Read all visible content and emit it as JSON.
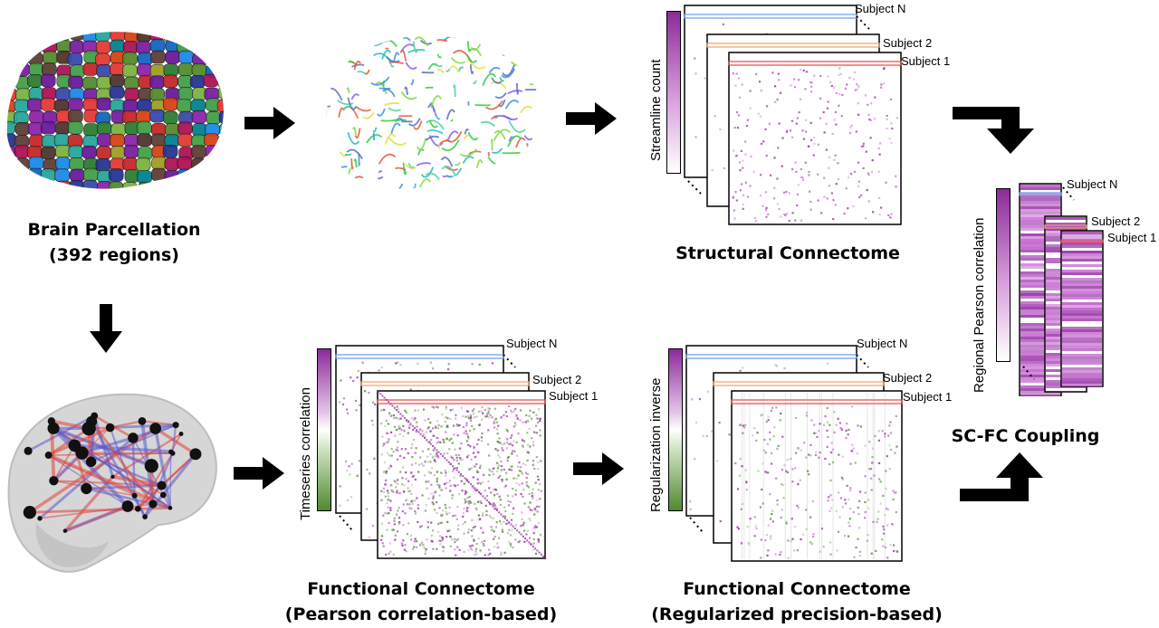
{
  "parcellation": {
    "title_line1": "Brain Parcellation",
    "title_line2": "(392 regions)"
  },
  "structural": {
    "title": "Structural Connectome",
    "colorbar_label": "Streamline count",
    "subjects": [
      "Subject N",
      "Subject 2",
      "Subject 1"
    ]
  },
  "functional_corr": {
    "title_line1": "Functional Connectome",
    "title_line2": "(Pearson correlation-based)",
    "colorbar_label": "Timeseries correlation",
    "subjects": [
      "Subject N",
      "Subject 2",
      "Subject 1"
    ]
  },
  "functional_prec": {
    "title_line1": "Functional Connectome",
    "title_line2": "(Regularized precision-based)",
    "colorbar_label": "Regularization inverse",
    "subjects": [
      "Subject N",
      "Subject 2",
      "Subject 1"
    ]
  },
  "coupling": {
    "title": "SC-FC Coupling",
    "colorbar_label": "Regional Pearson correlation",
    "subjects": [
      "Subject N",
      "Subject 2",
      "Subject 1"
    ]
  },
  "colors": {
    "purple": "#9b2fa8",
    "green": "#4f8a2e",
    "blue_line": "#6a9be8",
    "orange_line": "#f0a060",
    "red_line": "#e04848"
  }
}
